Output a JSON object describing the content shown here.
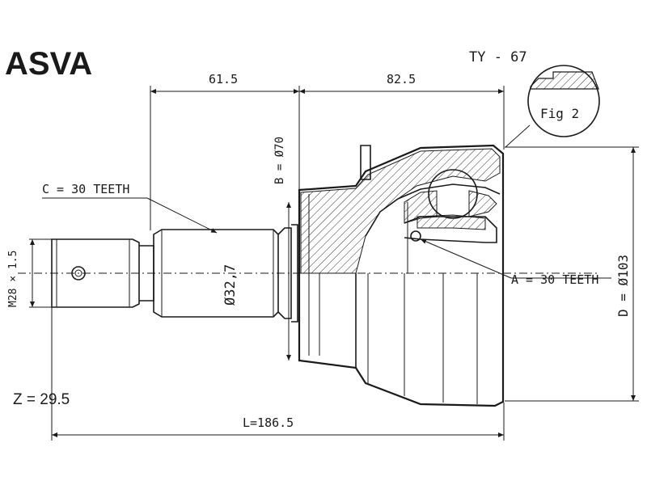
{
  "brand": "ASVA",
  "part_number": "TY - 67",
  "figure_label": "Fig 2",
  "dimensions": {
    "len_shaft": "61.5",
    "len_head": "82.5",
    "b_diameter": "B = Ø70",
    "c_teeth": "C = 30 TEETH",
    "a_teeth": "A = 30 TEETH",
    "d_diameter": "D = Ø103",
    "thread": "M28 × 1.5",
    "shaft_diameter": "Ø32,7",
    "z_value": "Z = 29.5",
    "total_length": "L=186.5"
  }
}
